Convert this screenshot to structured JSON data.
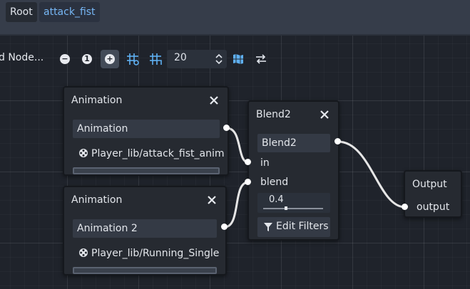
{
  "breadcrumbs": {
    "root": "Root",
    "current": "attack_fist"
  },
  "toolbar": {
    "add_node_text": "d Node...",
    "reset_zoom_label": "1",
    "snap_distance": "20"
  },
  "nodes": {
    "anim1": {
      "title": "Animation",
      "name": "Animation",
      "resource": "Player_lib/attack_fist_anim"
    },
    "anim2": {
      "title": "Animation",
      "name": "Animation 2",
      "resource": "Player_lib/Running_Single"
    },
    "blend2": {
      "title": "Blend2",
      "name": "Blend2",
      "in_label": "in",
      "blend_label": "blend",
      "blend_value": "0.4",
      "edit_filters_label": "Edit Filters"
    },
    "output": {
      "title": "Output",
      "port_label": "output"
    }
  },
  "colors": {
    "accent": "#77b7f5",
    "graph_bg": "#1f232b",
    "node_bg": "#262a31",
    "wire": "#e6e6e6"
  },
  "icons": [
    "zoom-out-icon",
    "zoom-reset-icon",
    "zoom-in-icon",
    "grid-snap-icon",
    "grid-toggle-icon",
    "minimap-icon",
    "arrange-icon",
    "close-icon",
    "animation-reel-icon",
    "filter-icon"
  ]
}
